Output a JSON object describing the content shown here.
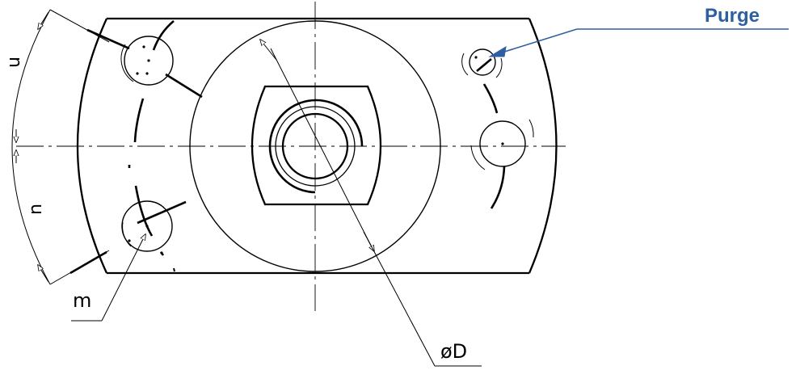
{
  "labels": {
    "purge": "Purge",
    "n_top": "n",
    "n_bottom": "n",
    "m": "m",
    "diameter": "øD"
  },
  "colors": {
    "accent": "#2e5fa3",
    "line": "#000000"
  }
}
